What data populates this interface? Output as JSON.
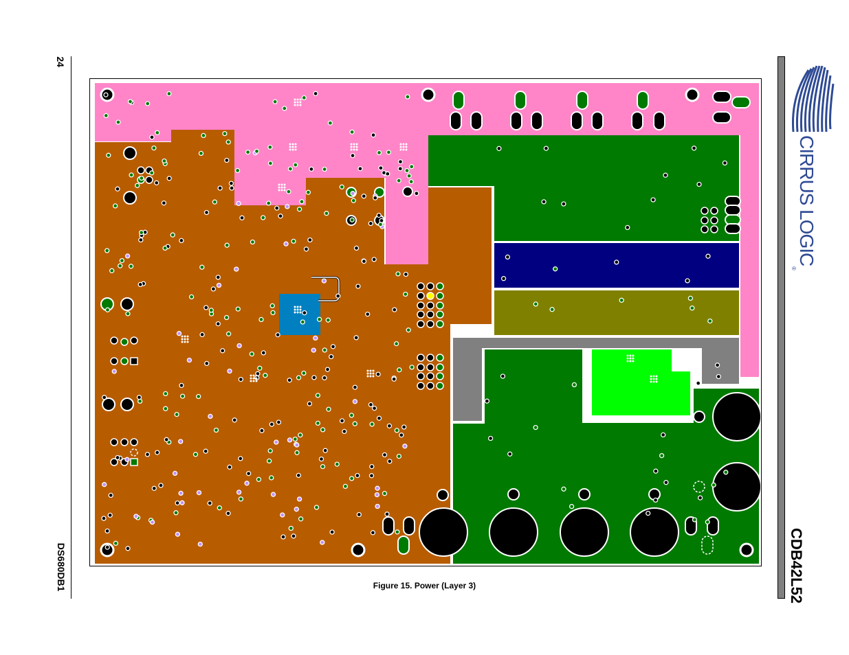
{
  "page": {
    "number": "24",
    "doc_id": "DS680DB1",
    "part_number": "CDB42L52",
    "figure_caption": "Figure 15.  Power (Layer 3)"
  },
  "logo": {
    "text": "CIRRUS LOGIC",
    "registered": "®",
    "color": "#2e4a94"
  },
  "colors": {
    "pink": "#ff85c8",
    "brown": "#b85c00",
    "dark_green": "#007a00",
    "navy": "#000080",
    "olive": "#808000",
    "gray": "#808080",
    "lime": "#00ff00",
    "blue": "#0080c0"
  }
}
